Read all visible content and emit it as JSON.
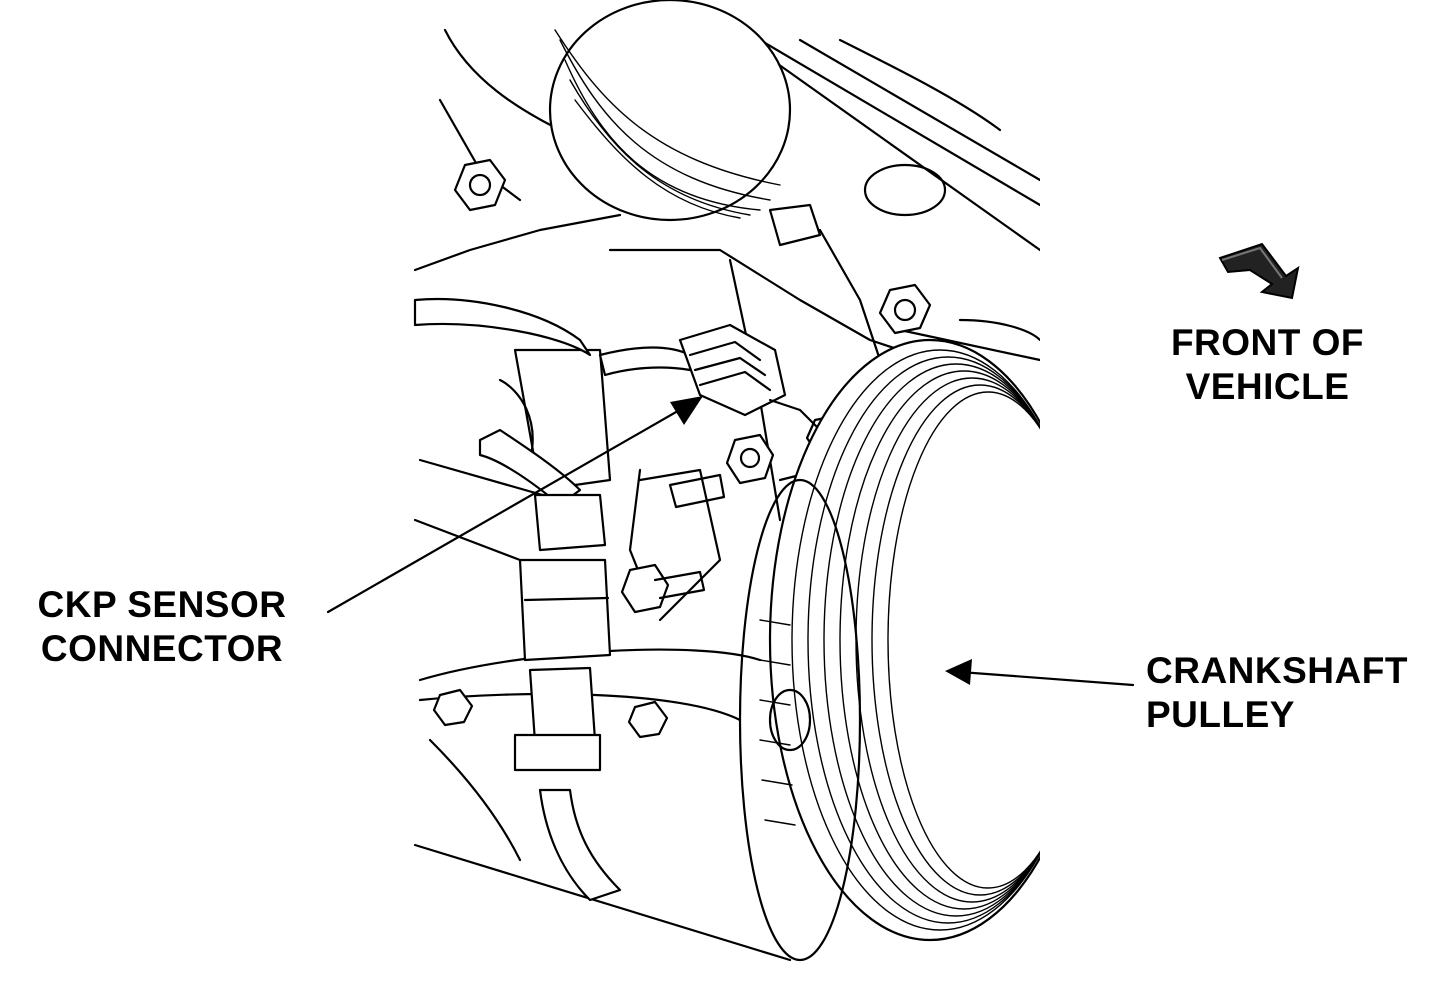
{
  "labels": {
    "ckp_line1": "CKP SENSOR",
    "ckp_line2": "CONNECTOR",
    "crank_line1": "CRANKSHAFT",
    "crank_line2": "PULLEY",
    "front_line1": "FRONT OF",
    "front_line2": "VEHICLE"
  },
  "icons": {
    "direction": "front-arrow-icon"
  },
  "colors": {
    "ink": "#000000",
    "paper": "#ffffff"
  }
}
